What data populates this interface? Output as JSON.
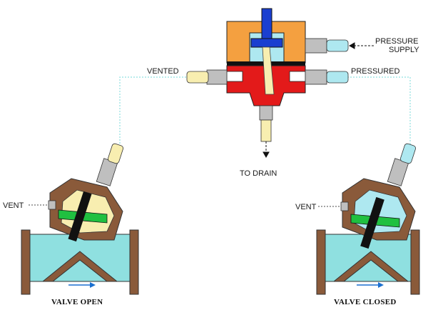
{
  "labels": {
    "vented": "VENTED",
    "pressure_line1": "PRESSURE",
    "pressure_line2": "SUPPLY",
    "pressured": "PRESSURED",
    "to_drain": "TO DRAIN",
    "vent_left": "VENT",
    "vent_right": "VENT",
    "valve_open": "VALVE OPEN",
    "valve_closed": "VALVE CLOSED"
  },
  "colors": {
    "brown": "#8a5a3a",
    "water": "#8fe0e0",
    "orange": "#f4a040",
    "red": "#e31a1a",
    "blue": "#1a3fd0",
    "green": "#20c040",
    "tube_yellow": "#f8eeb0",
    "tube_cyan": "#aee8f0",
    "fitting": "#bfbfbf"
  }
}
